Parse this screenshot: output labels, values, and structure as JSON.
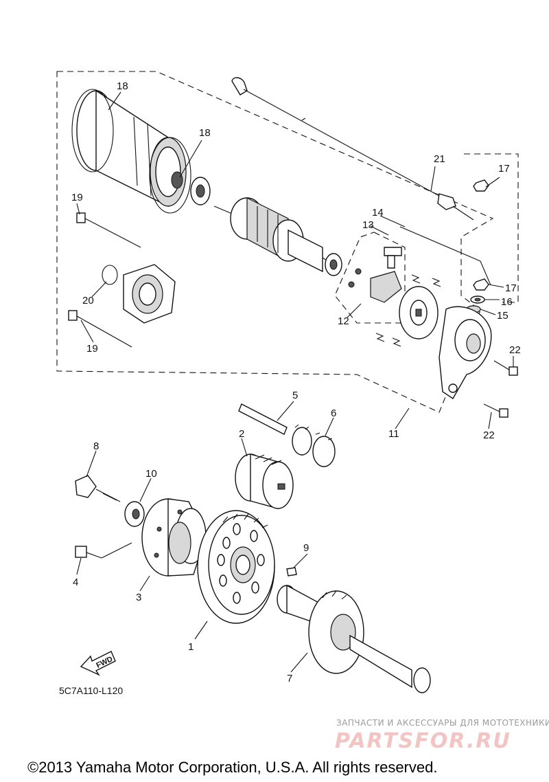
{
  "callouts": [
    "1",
    "2",
    "3",
    "4",
    "5",
    "6",
    "7",
    "8",
    "9",
    "10",
    "11",
    "12",
    "13",
    "14",
    "15",
    "16",
    "17",
    "17",
    "18",
    "18",
    "19",
    "19",
    "20",
    "21",
    "22",
    "22"
  ],
  "diagram_code": "5C7A110-L120",
  "fwd_label": "FWD",
  "watermark": {
    "tagline": "ЗАПЧАСТИ И АКСЕССУАРЫ ДЛЯ МОТОТЕХНИКИ",
    "brand": "PARTSFOR.RU"
  },
  "copyright": "©2013 Yamaha Motor Corporation, U.S.A. All rights reserved."
}
